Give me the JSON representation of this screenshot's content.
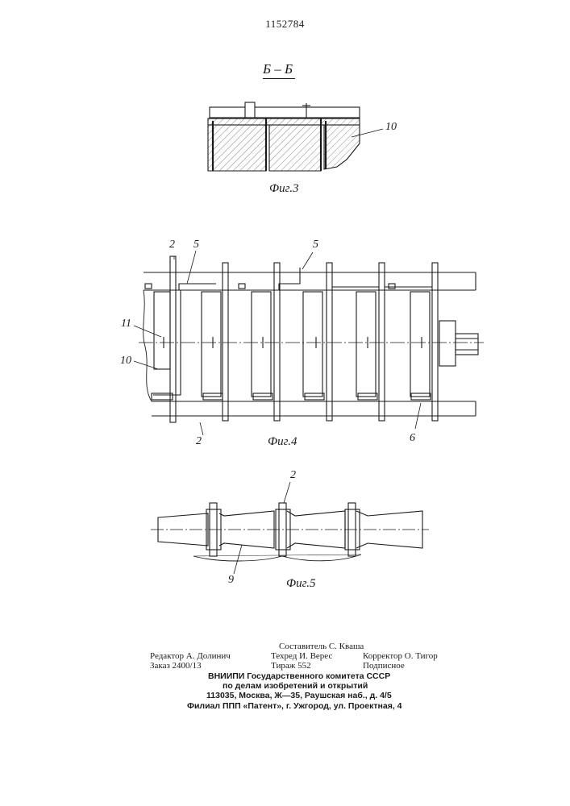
{
  "header": {
    "patent_number": "1152784"
  },
  "figure3": {
    "section_label": "Б – Б",
    "callout_10": "10",
    "caption": "Фиг.3"
  },
  "figure4": {
    "callout_2_top": "2",
    "callout_5_left": "5",
    "callout_5_mid": "5",
    "callout_11": "11",
    "callout_10": "10",
    "callout_2_bottom": "2",
    "callout_6": "6",
    "caption": "Фиг.4"
  },
  "figure5": {
    "callout_2": "2",
    "callout_9": "9",
    "caption": "Фиг.5"
  },
  "imprint": {
    "composer": "Составитель С. Кваша",
    "editor": "Редактор А. Долинич",
    "techred": "Техред И. Верес",
    "corrector": "Корректор О. Тигор",
    "order": "Заказ 2400/13",
    "circulation": "Тираж 552",
    "subscription": "Подписное",
    "institute_1": "ВНИИПИ Государственного комитета СССР",
    "institute_2": "по делам изобретений и открытий",
    "institute_3": "113035, Москва, Ж—35, Раушская наб., д. 4/5",
    "branch": "Филиал ППП «Патент», г. Ужгород, ул. Проектная, 4"
  }
}
